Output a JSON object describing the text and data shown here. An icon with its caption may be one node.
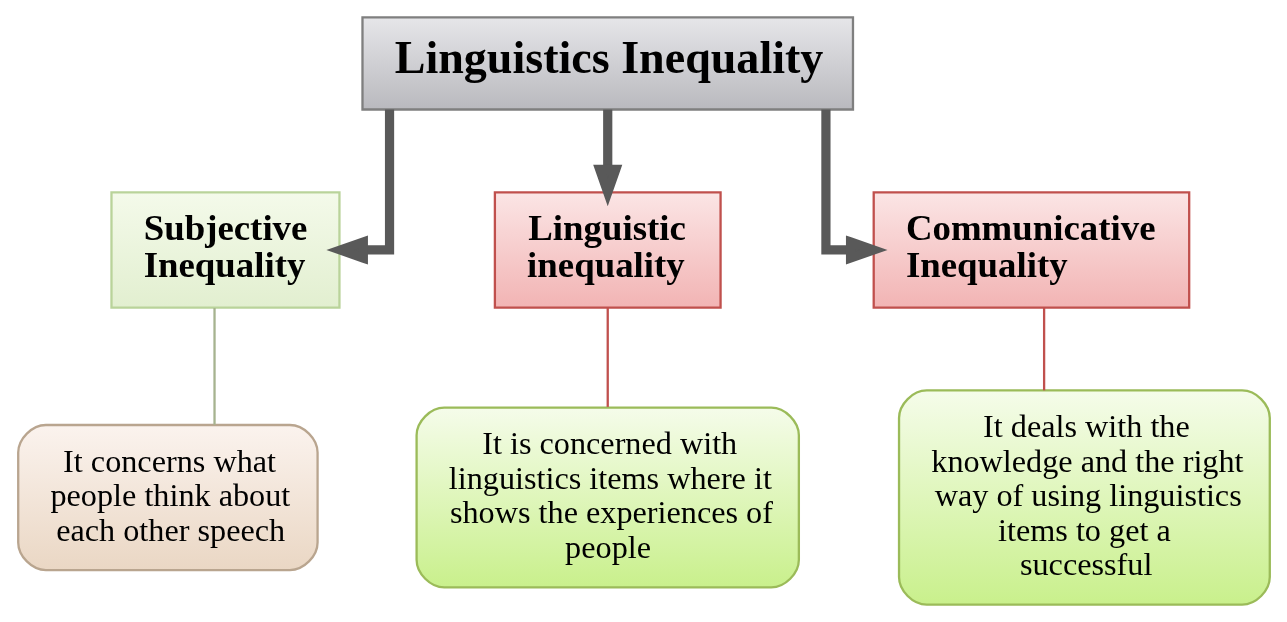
{
  "diagram": {
    "nodes": [
      {
        "text": [
          "Linguistics Inequality"
        ]
      },
      {
        "text": [
          "Subjective Inequality"
        ]
      },
      {
        "text": [
          "Linguistic inequality"
        ]
      },
      {
        "text": [
          "Communicative Inequality"
        ]
      },
      {
        "text": [
          "It concerns what people think about each other speech"
        ]
      },
      {
        "text": [
          "It is concerned with linguistics items where it shows the experiences of people"
        ]
      },
      {
        "text": [
          "It deals with the knowledge and the right way of using linguistics items to get a successful"
        ]
      }
    ],
    "edges": [
      {
        "from": 0,
        "to": 1,
        "arrow": "to",
        "style": "thick",
        "color": "#595959"
      },
      {
        "from": 0,
        "to": 2,
        "arrow": "to",
        "style": "thick",
        "color": "#595959"
      },
      {
        "from": 0,
        "to": 3,
        "arrow": "to",
        "style": "thick",
        "color": "#595959"
      },
      {
        "from": 1,
        "to": 4,
        "arrow": "none",
        "color": "#a6b38f"
      },
      {
        "from": 2,
        "to": 5,
        "arrow": "none",
        "color": "#c0504d"
      },
      {
        "from": 3,
        "to": 6,
        "arrow": "none",
        "color": "#c0504d"
      }
    ]
  }
}
